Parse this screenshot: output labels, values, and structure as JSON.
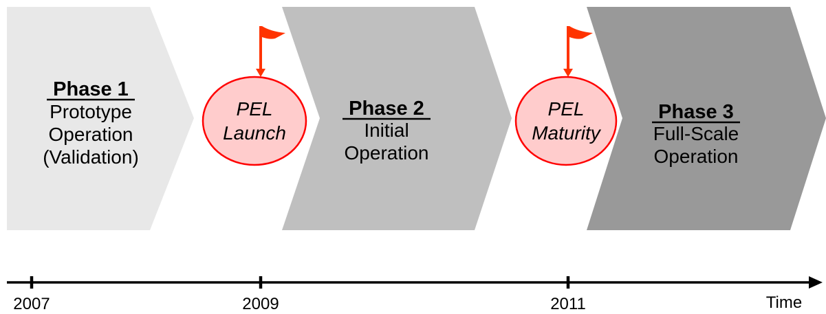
{
  "colors": {
    "phase1_fill": "#e8e8e8",
    "phase2_fill": "#bfbfbf",
    "phase3_fill": "#999999",
    "milestone_fill": "#ffcccc",
    "milestone_border": "#ff0000",
    "flag": "#ff3300",
    "axis": "#000000"
  },
  "phases": [
    {
      "title": "Phase 1",
      "lines": [
        "Prototype",
        "Operation",
        "(Validation)"
      ]
    },
    {
      "title": "Phase 2",
      "lines": [
        "Initial",
        "Operation"
      ]
    },
    {
      "title": "Phase 3",
      "lines": [
        "Full-Scale",
        "Operation"
      ]
    }
  ],
  "milestones": [
    {
      "lines": [
        "PEL",
        "Launch"
      ],
      "icon": "flag-icon"
    },
    {
      "lines": [
        "PEL",
        "Maturity"
      ],
      "icon": "flag-icon"
    }
  ],
  "timeline": {
    "years": [
      "2007",
      "2009",
      "2011"
    ],
    "axis_label": "Time"
  }
}
